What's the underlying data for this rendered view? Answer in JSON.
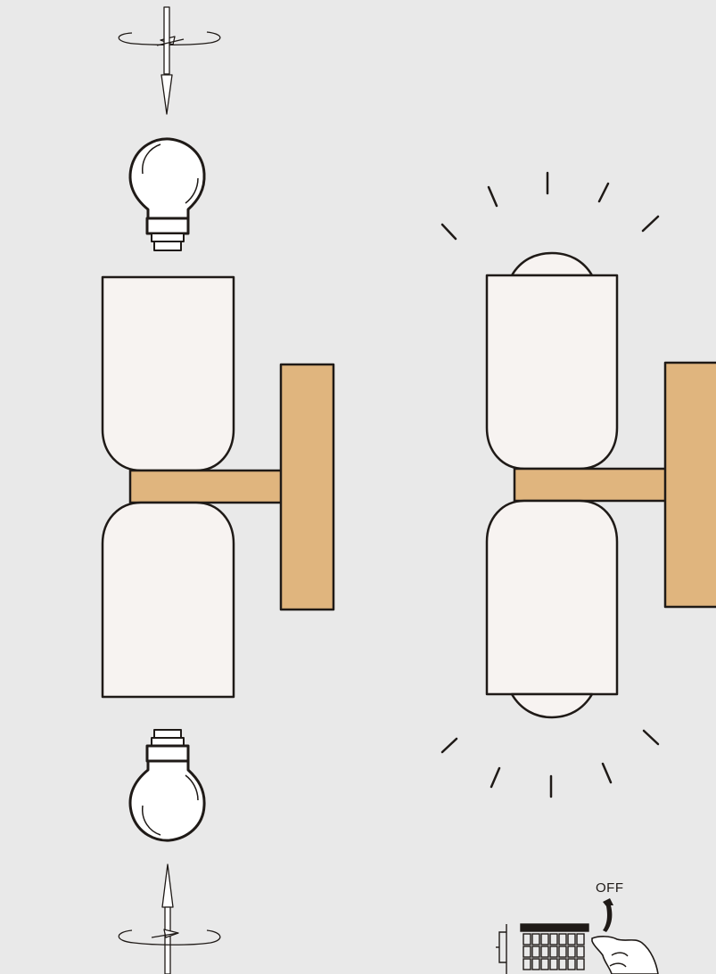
{
  "diagram": {
    "breaker_label": "OFF",
    "colors": {
      "background": "#e9e9e9",
      "line": "#1f1a17",
      "shade": "#f7f3f1",
      "wood": "#e0b57e",
      "bulb_fill": "#ffffff"
    },
    "icons": [
      "rotate-arrow-icon",
      "bulb-icon",
      "lamp-shade",
      "wall-mount-plate",
      "light-ray",
      "breaker-panel-icon",
      "hand-icon",
      "curved-arrow-icon"
    ]
  }
}
